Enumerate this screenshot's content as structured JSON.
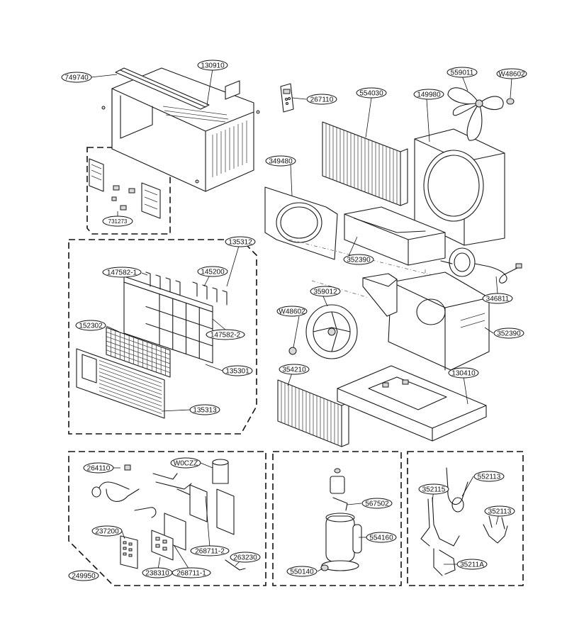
{
  "labels": {
    "p749740": "749740",
    "p130910": "130910",
    "p731273": "731273",
    "p267110": "267110",
    "p554030": "554030",
    "p149980": "149980",
    "p559011": "559011",
    "pW48602a": "W48602",
    "p349480": "349480",
    "p352390a": "352390",
    "p346811": "346811",
    "p135312": "135312",
    "p147582_1": "147582-1",
    "p145200": "145200",
    "p152302": "152302",
    "p147582_2": "147582-2",
    "p135301": "135301",
    "p135313": "135313",
    "p359012": "359012",
    "pW48602b": "W48602",
    "p352390b": "352390",
    "p354210": "354210",
    "p130410": "130410",
    "p264110": "264110",
    "pW0CZZ": "W0CZZ",
    "p237200": "237200",
    "p268711_2": "268711-2",
    "p263230": "263230",
    "p238310": "238310",
    "p268711_1": "268711-1",
    "p249950": "249950",
    "p567502": "567502",
    "p554160": "554160",
    "p550140": "550140",
    "p352115": "352115",
    "p552113": "552113",
    "p352113": "352113",
    "p35211A": "35211A"
  }
}
